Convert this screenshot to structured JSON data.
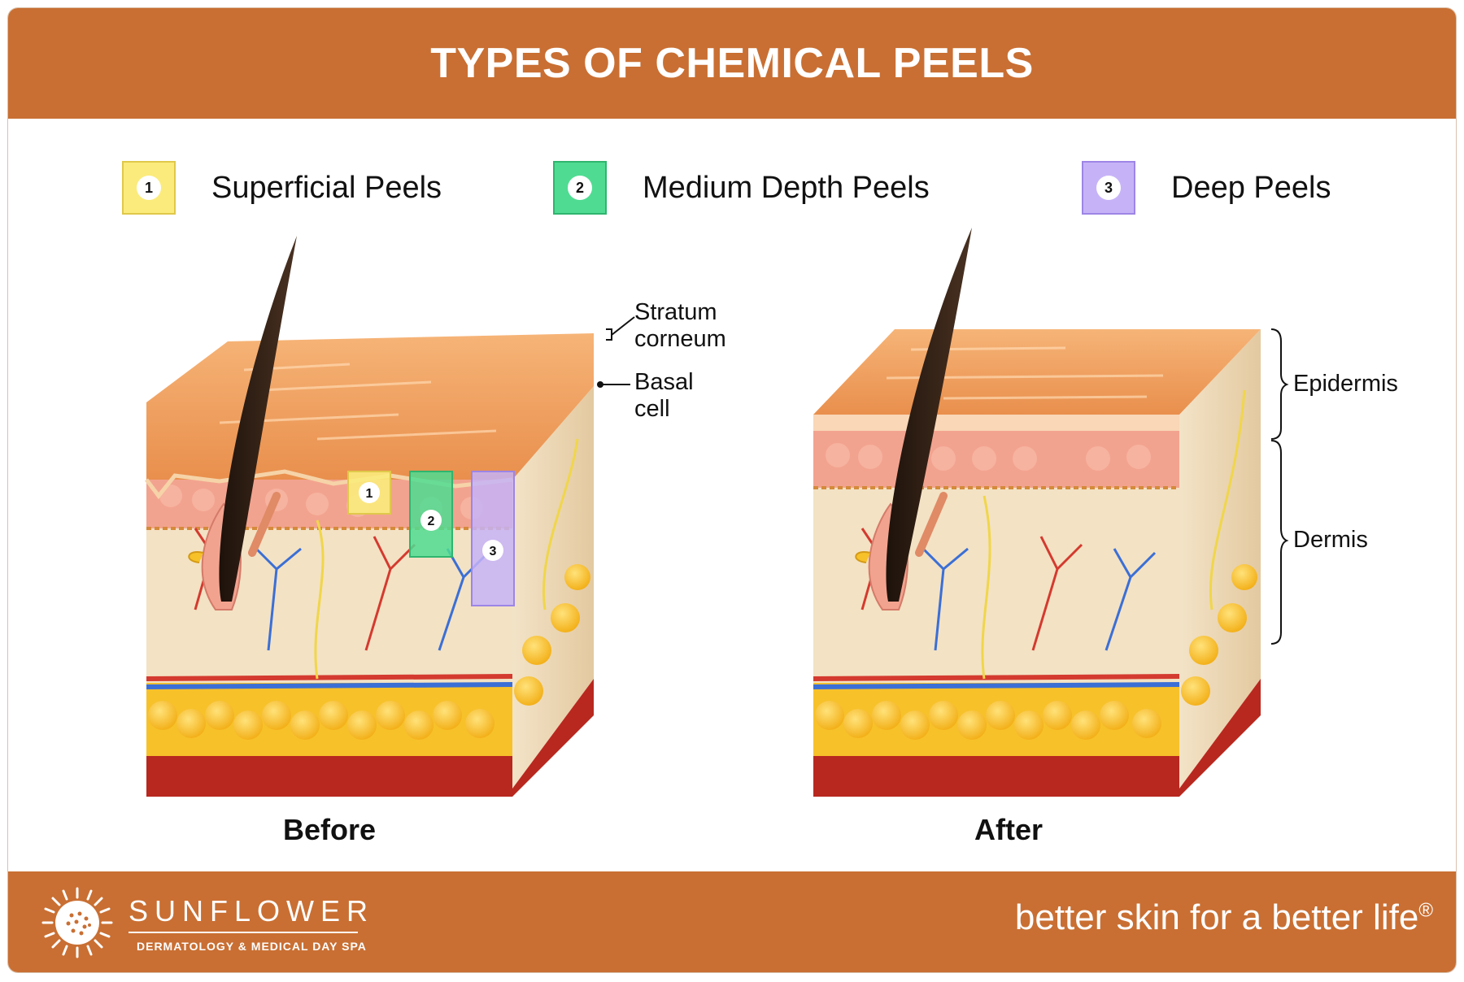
{
  "title": "TYPES OF CHEMICAL PEELS",
  "legend": [
    {
      "number": "1",
      "label": "Superficial Peels",
      "fill": "#fbeb7c",
      "stroke": "#e0c84a"
    },
    {
      "number": "2",
      "label": "Medium Depth Peels",
      "fill": "#4fdc92",
      "stroke": "#2fb56e"
    },
    {
      "number": "3",
      "label": "Deep Peels",
      "fill": "#c6b3f7",
      "stroke": "#9d85e6"
    }
  ],
  "annotations": {
    "stratum_corneum": [
      "Stratum",
      "corneum"
    ],
    "basal_cell": [
      "Basal",
      "cell"
    ],
    "epidermis": "Epidermis",
    "dermis": "Dermis"
  },
  "captions": {
    "before": "Before",
    "after": "After"
  },
  "brand": {
    "name": "SUNFLOWER",
    "subtitle": "DERMATOLOGY & MEDICAL DAY SPA",
    "tagline": "better skin for a better life",
    "trademark": "®"
  },
  "colors": {
    "brand_orange": "#c96f33",
    "skin_top": "#f3a865",
    "epidermis_pink": "#f2a38f",
    "dermis_cream": "#f3e2c4",
    "fat_yellow": "#f7c12a",
    "muscle_red": "#b8281f",
    "artery": "#d43a2f",
    "vein": "#3b6fd6",
    "nerve": "#f0d64a",
    "hair": "#2b1d14"
  }
}
